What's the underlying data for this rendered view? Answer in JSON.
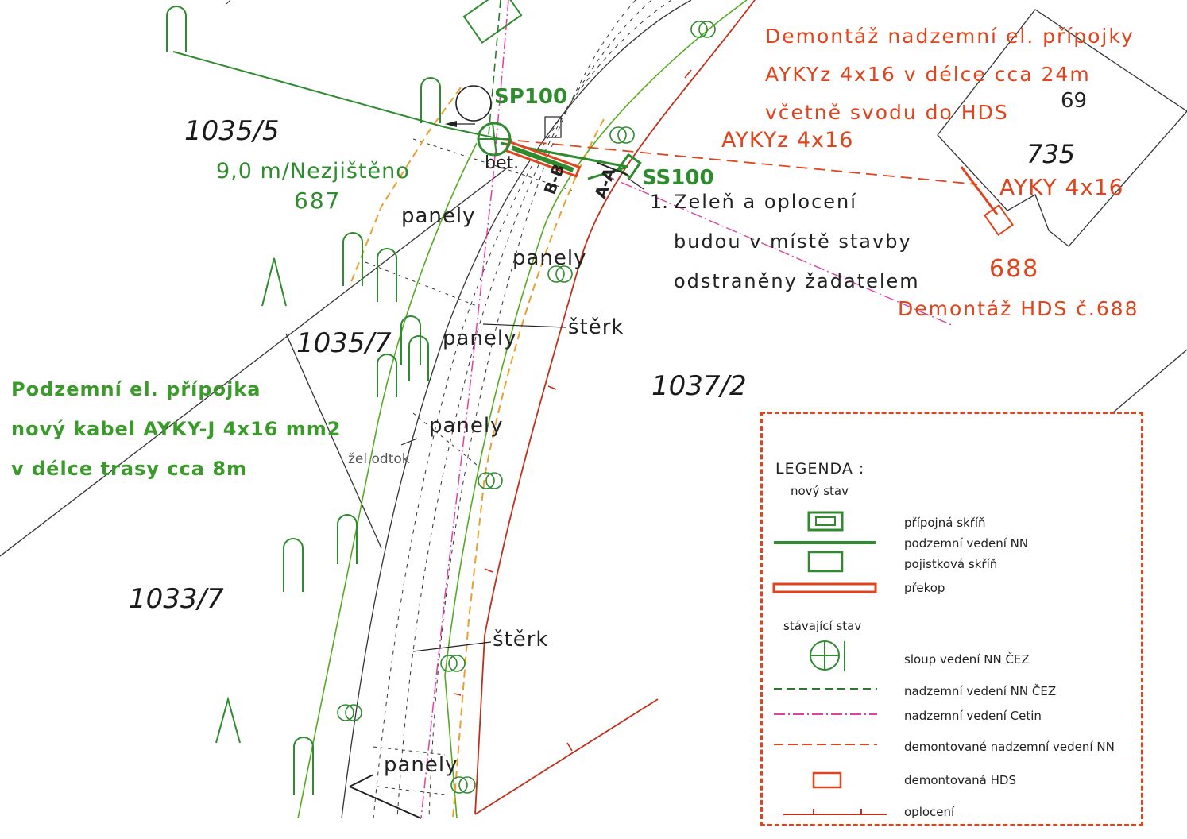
{
  "parcels": {
    "p1035_5": "1035/5",
    "p1035_7": "1035/7",
    "p1037_2": "1037/2",
    "p1033_7": "1033/7",
    "p735": "735"
  },
  "labels": {
    "sp100": "SP100",
    "ss100": "SS100",
    "nezjisteno": "9,0 m/Nezjištěno",
    "n687": "687",
    "n688": "688",
    "n69": "69",
    "bet": "bet.",
    "panely": "panely",
    "sterk": "štěrk",
    "zel_odtok": "žel.odtok",
    "section_bb": "B-B",
    "section_aa": "A-A",
    "aykyz_label": "AYKYz 4x16",
    "ayky_label": "AYKY  4x16",
    "note_number": "1."
  },
  "notes": {
    "demontaz_title": [
      "Demontáž nadzemní el. přípojky",
      "AYKYz 4x16 v délce cca 24m",
      "včetně svodu do HDS"
    ],
    "demontaz_hds": "Demontáž HDS č.688",
    "zelen": [
      "Zeleň a oplocení",
      "budou v místě stavby",
      "odstraněny žadatelem"
    ],
    "podzemni": [
      "Podzemní el. přípojka",
      "nový kabel AYKY-J 4x16 mm2",
      "v délce trasy cca 8m"
    ]
  },
  "legend": {
    "title": "LEGENDA :",
    "new_state": "nový stav",
    "existing_state": "stávající stav",
    "items": [
      "přípojná skříň",
      "podzemní vedení NN",
      "pojistková skříň",
      "překop",
      "sloup vedení NN ČEZ",
      "nadzemní vedení NN ČEZ",
      "nadzemní vedení Cetin",
      "demontované nadzemní vedení NN",
      "demontovaná HDS",
      "oplocení"
    ]
  },
  "colors": {
    "green": "#2e8b2e",
    "light_green": "#55aa22",
    "red": "#e0441c",
    "dark_red": "#c0301a",
    "magenta": "#e040a0",
    "orange": "#e8a030",
    "black": "#222222"
  }
}
